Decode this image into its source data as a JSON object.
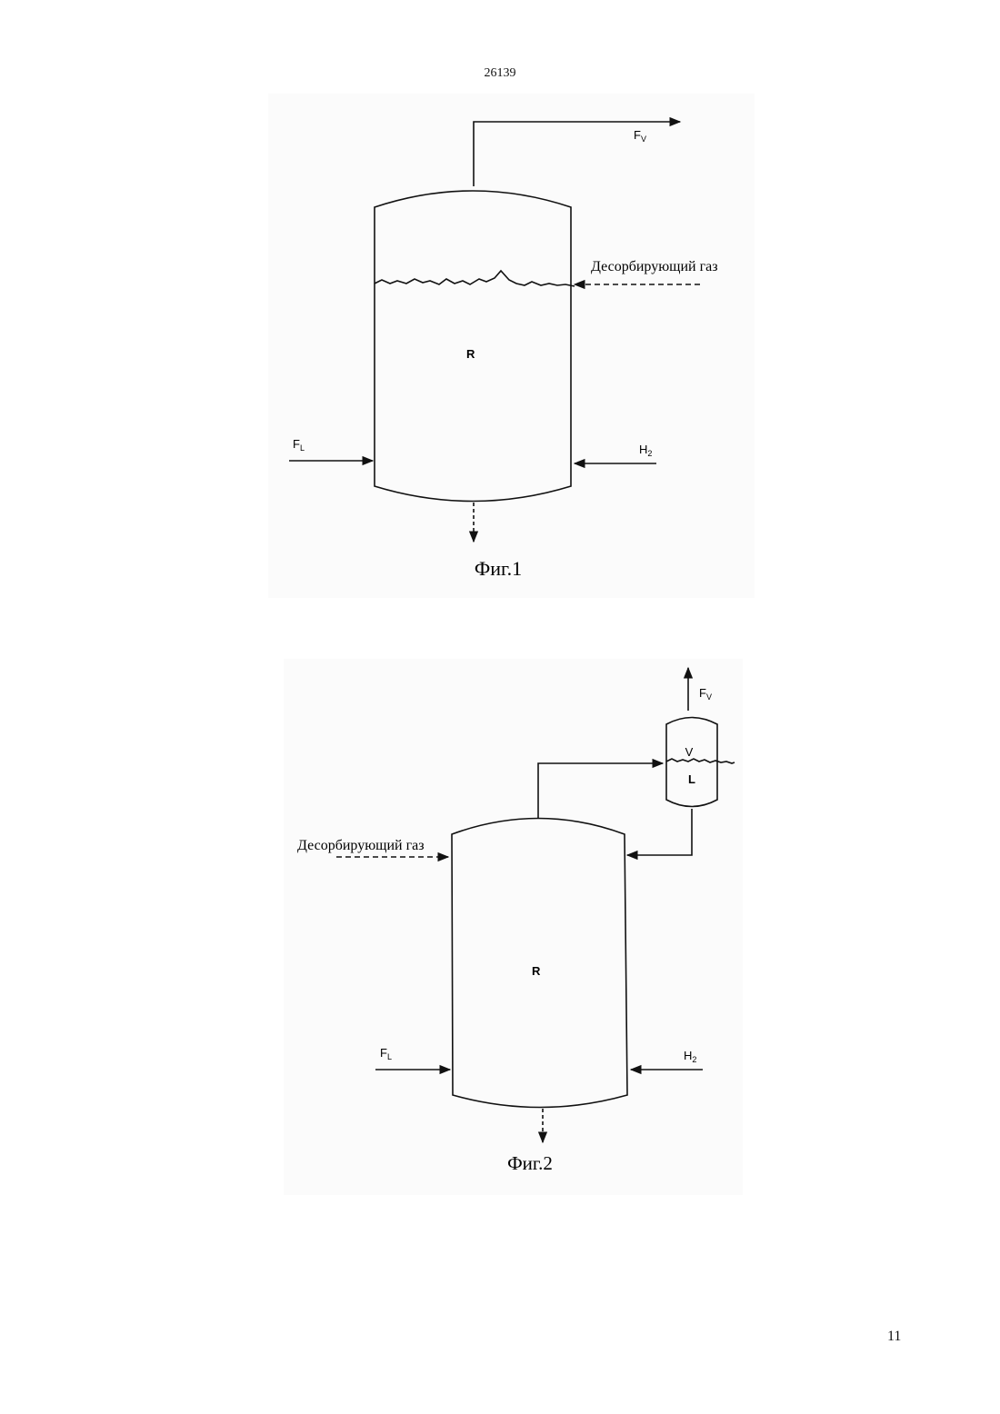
{
  "header": {
    "document_number": "26139"
  },
  "footer": {
    "page_number": "11"
  },
  "figures": [
    {
      "caption": "Фиг.1",
      "labels": {
        "vapor_out": "F",
        "vapor_out_sub": "V",
        "stripping_gas": "Десорбирующий газ",
        "reactor": "R",
        "liquid_feed": "F",
        "liquid_feed_sub": "L",
        "hydrogen": "H",
        "hydrogen_sub": "2"
      }
    },
    {
      "caption": "Фиг.2",
      "labels": {
        "vapor_out": "F",
        "vapor_out_sub": "V",
        "separator_vapor": "V",
        "separator_liquid": "L",
        "stripping_gas": "Десорбирующий газ",
        "reactor": "R",
        "liquid_feed": "F",
        "liquid_feed_sub": "L",
        "hydrogen": "H",
        "hydrogen_sub": "2"
      }
    }
  ],
  "colors": {
    "ink": "#111111",
    "panel": "#fbfbfb",
    "page": "#ffffff"
  }
}
